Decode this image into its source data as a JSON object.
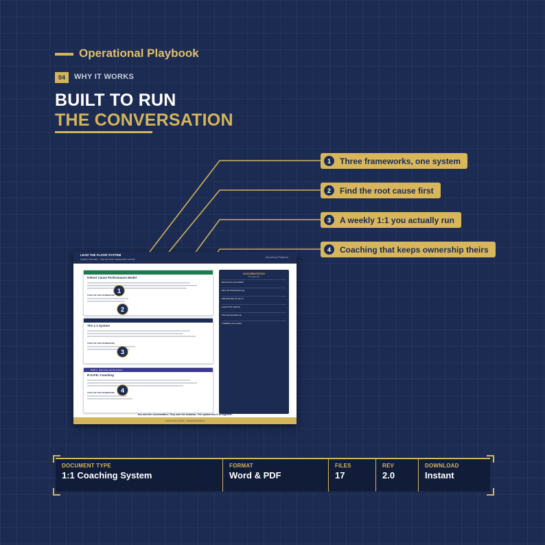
{
  "header": {
    "brand": "Operational Playbook",
    "section_number": "04",
    "section_label": "WHY IT WORKS",
    "title_line1": "BUILT TO RUN",
    "title_line2": "THE CONVERSATION"
  },
  "callouts": [
    {
      "number": "1",
      "text": "Three frameworks, one system"
    },
    {
      "number": "2",
      "text": "Find the root cause first"
    },
    {
      "number": "3",
      "text": "A weekly 1:1 you actually run"
    },
    {
      "number": "4",
      "text": "Coaching that keeps ownership theirs"
    }
  ],
  "document_preview": {
    "head_title": "LEAD THE FLOOR SYSTEM",
    "head_subtitle": "System Overview · How the three frameworks connect",
    "head_right": "Operational Playbook",
    "cards": [
      {
        "step": "1",
        "title": "5-Root Cause Performance Model",
        "tools_label": "TOOLS IN THIS FRAMEWORK"
      },
      {
        "step": "2",
        "title": "The 1:1 System",
        "tools_label": "TOOLS IN THIS FRAMEWORK"
      },
      {
        "step": "3",
        "step_label": "STEP 3 · When they own the solution",
        "title": "R.O.P.E. Coaching",
        "tools_label": "TOOLS IN THIS FRAMEWORK"
      }
    ],
    "sidebar_title": "DOCUMENTATION",
    "sidebar_subtitle": "The paper trail",
    "sidebar_items": [
      "Record every conversation",
      "File in the Performance Log",
      "Note what plan you are on",
      "Log R.O.P.E. sessions",
      "This record protects you",
      "It validates your process"
    ],
    "tagline": "You own the conversation.  They own the behavior.  The system ties it all together.",
    "footer": "Lead the Floor System · Operational Playbook",
    "markers": [
      "1",
      "2",
      "3",
      "4"
    ]
  },
  "info_bar": [
    {
      "label": "DOCUMENT TYPE",
      "value": "1:1 Coaching System"
    },
    {
      "label": "FORMAT",
      "value": "Word & PDF"
    },
    {
      "label": "FILES",
      "value": "17"
    },
    {
      "label": "REV",
      "value": "2.0"
    },
    {
      "label": "DOWNLOAD",
      "value": "Instant"
    }
  ],
  "colors": {
    "background": "#1c2b52",
    "accent_gold": "#d4b55a",
    "card_green": "#1e7a4f",
    "card_navy": "#1c2b52",
    "card_purple": "#3a3a8c"
  }
}
